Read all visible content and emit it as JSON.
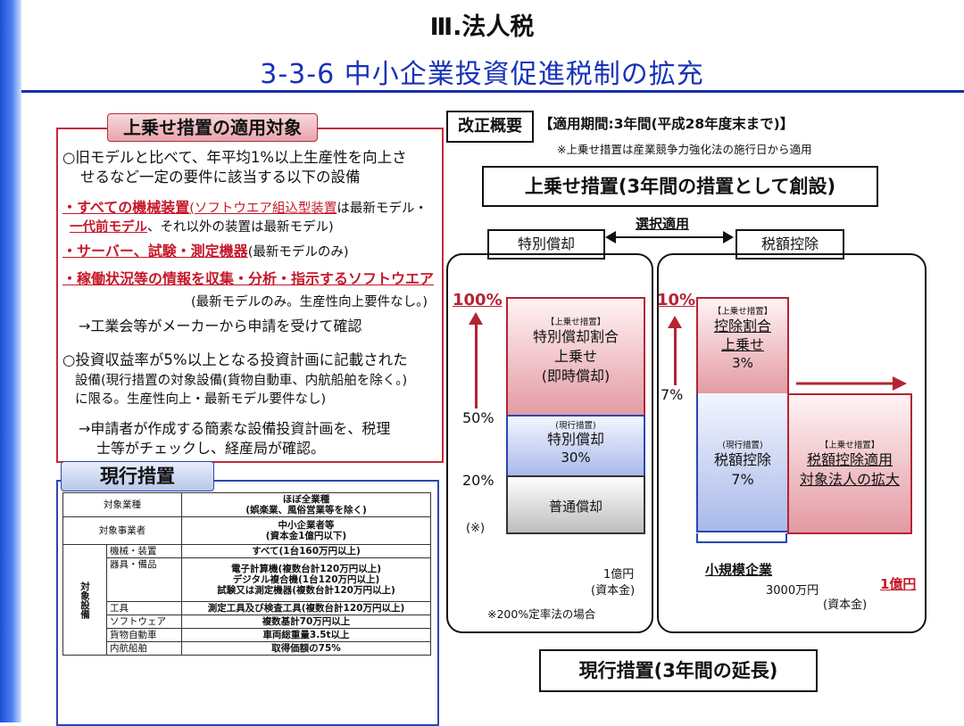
{
  "header": {
    "chapter": "Ⅲ.法人税",
    "title": "3-3-6 中小企業投資促進税制の拡充"
  },
  "left": {
    "heading": "上乗せ措置の適用対象",
    "p1a": "○旧モデルと比べて、年平均1%以上生産性を向上さ",
    "p1b": "せるなど一定の要件に該当する以下の設備",
    "b1_red": "・すべての機械装置",
    "b1_red2": "(ソフトウエア組込型装置",
    "b1_rest": "は最新モデル・",
    "b1_red3": "一代前モデル",
    "b1_rest2": "、それ以外の装置は最新モデル)",
    "b2_red": "・サーバー、試験・測定機器",
    "b2_rest": "(最新モデルのみ)",
    "b3_red": "・稼働状況等の情報を収集・分析・指示するソフトウエア",
    "b3_sub": "(最新モデルのみ。生産性向上要件なし。)",
    "arrow1": "→工業会等がメーカーから申請を受けて確認",
    "p2a": "○投資収益率が5%以上となる投資計画に記載された",
    "p2b": "設備(現行措置の対象設備(貨物自動車、内航船舶を除く。)",
    "p2c": "に限る。生産性向上・最新モデル要件なし)",
    "arrow2a": "→申請者が作成する簡素な設備投資計画を、税理",
    "arrow2b": "士等がチェックし、経産局が確認。"
  },
  "current": {
    "heading": "現行措置",
    "rows": [
      {
        "label": "対象業種",
        "value1": "ほぼ全業種",
        "value2": "(娯楽業、風俗営業等を除く)"
      },
      {
        "label": "対象事業者",
        "value1": "中小企業者等",
        "value2": "(資本金1億円以下)"
      }
    ],
    "equip_label": "対象設備",
    "equip": [
      {
        "label": "機械・装置",
        "value": "すべて(1台160万円以上)"
      },
      {
        "label": "器具・備品",
        "value": "電子計算機(複数台計120万円以上)",
        "value2": "デジタル複合機(1台120万円以上)",
        "value3": "試験又は測定機器(複数台計120万円以上)"
      },
      {
        "label": "工具",
        "value": "測定工具及び検査工具(複数台計120万円以上)"
      },
      {
        "label": "ソフトウェア",
        "value": "複数基計70万円以上"
      },
      {
        "label": "貨物自動車",
        "value": "車両総重量3.5t以上"
      },
      {
        "label": "内航船舶",
        "value": "取得価額の75%"
      }
    ]
  },
  "right": {
    "kaisei": "改正概要",
    "period": "【適用期間:3年間(平成28年度末まで)】",
    "period_note": "※上乗せ措置は産業競争力強化法の施行日から適用",
    "new_measure": "上乗せ措置(3年間の措置として創設)",
    "select": "選択適用",
    "left_tab": "特別償却",
    "right_tab": "税額控除",
    "pct100": "100%",
    "pct50": "50%",
    "pct20": "20%",
    "note_mark": "(※)",
    "bar1_tag": "【上乗せ措置】",
    "bar1_l1": "特別償却割合",
    "bar1_l2": "上乗せ",
    "bar1_l3": "(即時償却)",
    "bar2_tag": "(現行措置)",
    "bar2_l1": "特別償却",
    "bar2_l2": "30%",
    "bar3": "普通償却",
    "cap_left1": "1億円",
    "cap_left2": "(資本金)",
    "note200": "※200%定率法の場合",
    "pct10": "10%",
    "pct7": "7%",
    "tb1_tag": "【上乗せ措置】",
    "tb1_l1": "控除割合",
    "tb1_l2": "上乗せ",
    "tb1_l3": "3%",
    "tb2_tag": "(現行措置)",
    "tb2_l1": "税額控除",
    "tb2_l2": "7%",
    "tb3_tag": "【上乗せ措置】",
    "tb3_l1": "税額控除適用",
    "tb3_l2": "対象法人の拡大",
    "small_biz": "小規模企業",
    "cap_3000": "3000万円",
    "cap_1oku": "1億円",
    "cap_shihon": "(資本金)",
    "current_ext": "現行措置(3年間の延長)"
  }
}
